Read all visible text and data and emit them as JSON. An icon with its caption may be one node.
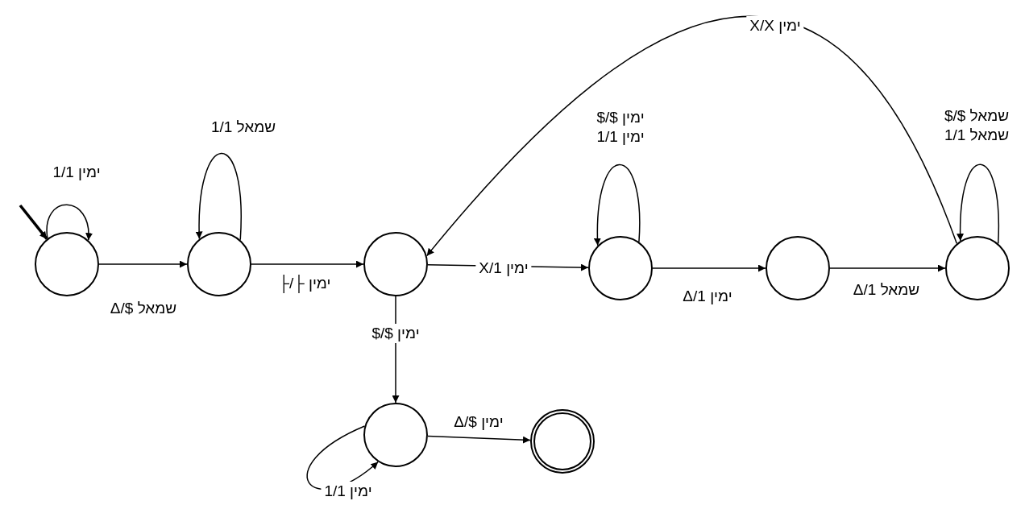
{
  "diagram": {
    "nodes": [
      {
        "text": [],
        "shape": "circle"
      },
      {
        "text": [],
        "shape": "circle"
      },
      {
        "text": [],
        "shape": "circle"
      },
      {
        "text": [],
        "shape": "circle"
      },
      {
        "text": [],
        "shape": "circle"
      },
      {
        "text": [],
        "shape": "circle"
      },
      {
        "text": [],
        "shape": "circle"
      },
      {
        "text": [],
        "shape": "ring"
      }
    ],
    "edges": [
      {
        "from": null,
        "to": 0,
        "arrow": "to",
        "style": "thick"
      },
      {
        "from": 0,
        "to": 0,
        "arrow": "to",
        "label": "ימין 1/1"
      },
      {
        "from": 0,
        "to": 1,
        "arrow": "to",
        "label": "שמאל $/Δ"
      },
      {
        "from": 1,
        "to": 1,
        "arrow": "to",
        "label": "שמאל 1/1"
      },
      {
        "from": 1,
        "to": 2,
        "arrow": "to",
        "label": "ימין ├/├"
      },
      {
        "from": 2,
        "to": 3,
        "arrow": "to",
        "label": "ימין X/1"
      },
      {
        "from": 2,
        "to": 6,
        "arrow": "to",
        "label": "ימין $/$"
      },
      {
        "from": 3,
        "to": 3,
        "arrow": "to",
        "label": "ימין $/$ ימין 1/1"
      },
      {
        "from": 3,
        "to": 4,
        "arrow": "to",
        "label": "ימין 1/Δ"
      },
      {
        "from": 4,
        "to": 5,
        "arrow": "to",
        "label": "שמאל 1/Δ"
      },
      {
        "from": 5,
        "to": 5,
        "arrow": "to",
        "label": "שמאל $/$ שמאל 1/1"
      },
      {
        "from": 5,
        "to": 2,
        "arrow": "to",
        "label": "ימין X/X"
      },
      {
        "from": 6,
        "to": 6,
        "arrow": "to",
        "label": "ימין 1/1"
      },
      {
        "from": 6,
        "to": 7,
        "arrow": "to",
        "label": "ימין $/Δ"
      }
    ]
  }
}
